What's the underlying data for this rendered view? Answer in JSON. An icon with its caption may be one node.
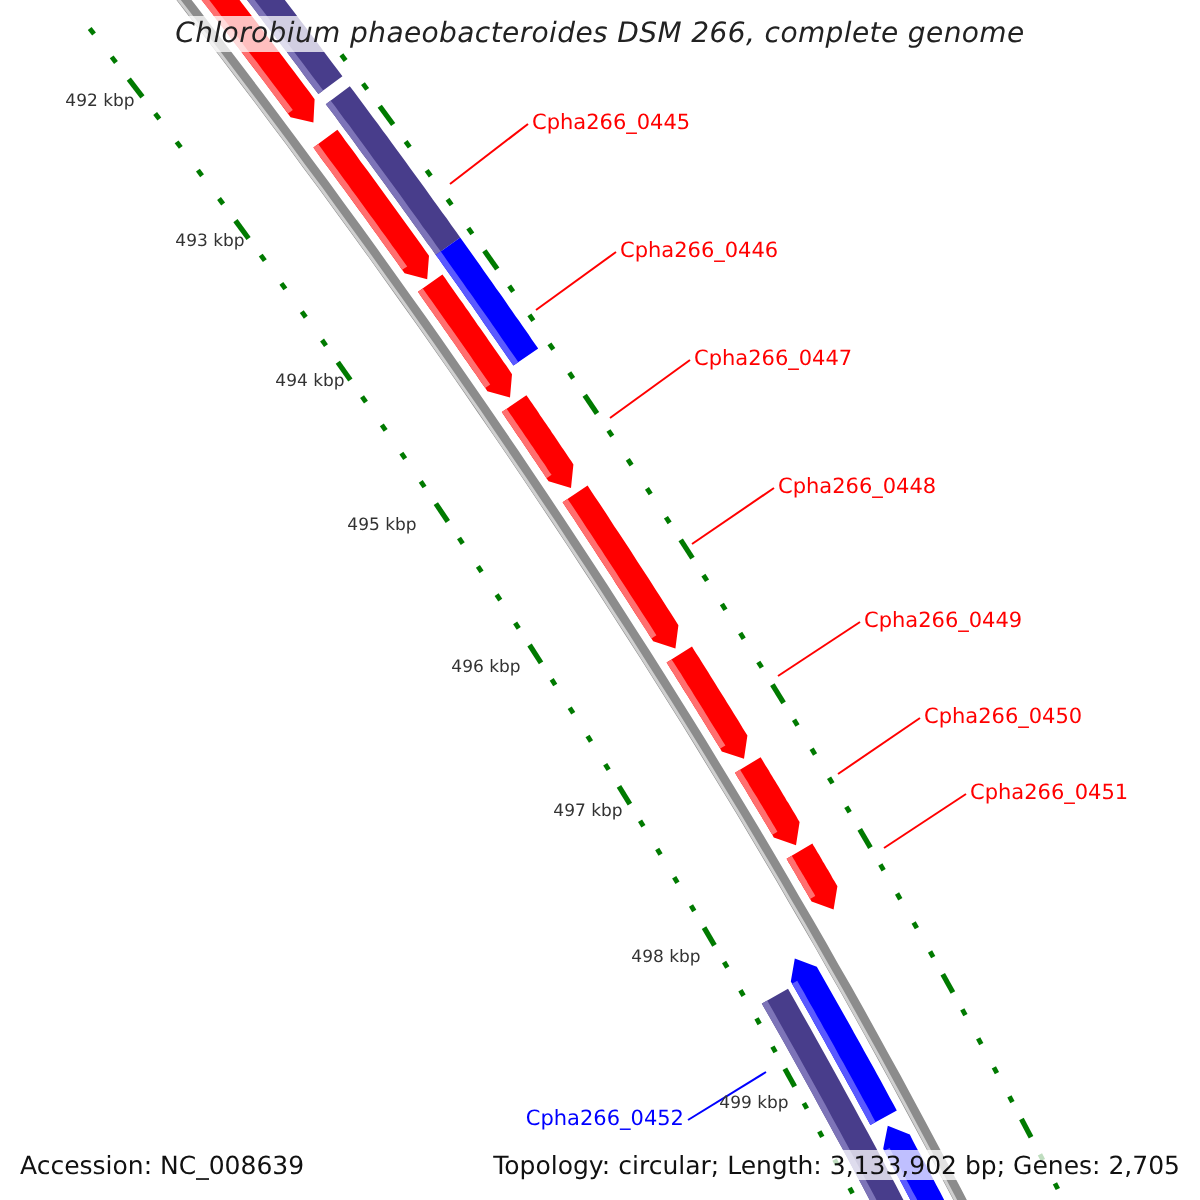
{
  "diagram": {
    "title": "Chlorobium phaeobacteroides DSM 266, complete genome",
    "nodes": [
      {
        "text": [
          "Cpha266_0445"
        ]
      },
      {
        "text": [
          "Cpha266_0446"
        ]
      },
      {
        "text": [
          "Cpha266_0447"
        ]
      },
      {
        "text": [
          "Cpha266_0448"
        ]
      },
      {
        "text": [
          "Cpha266_0449"
        ]
      },
      {
        "text": [
          "Cpha266_0450"
        ]
      },
      {
        "text": [
          "Cpha266_0451"
        ]
      },
      {
        "text": [
          "Cpha266_0452"
        ]
      }
    ],
    "edges": [
      {
        "from": 0,
        "to": null,
        "arrow": "none"
      },
      {
        "from": 1,
        "to": null,
        "arrow": "none"
      },
      {
        "from": 2,
        "to": null,
        "arrow": "none"
      },
      {
        "from": 3,
        "to": null,
        "arrow": "none"
      },
      {
        "from": 4,
        "to": null,
        "arrow": "none"
      },
      {
        "from": 5,
        "to": null,
        "arrow": "none"
      },
      {
        "from": 6,
        "to": null,
        "arrow": "none"
      },
      {
        "from": 7,
        "to": null,
        "arrow": "none",
        "color": "#0000ff"
      }
    ],
    "labels": [
      "492 kbp",
      "493 kbp",
      "494 kbp",
      "495 kbp",
      "496 kbp",
      "497 kbp",
      "498 kbp",
      "499 kbp",
      "Accession: NC_008639",
      "Topology: circular; Length: 3,133,902 bp; Genes: 2,705"
    ]
  }
}
